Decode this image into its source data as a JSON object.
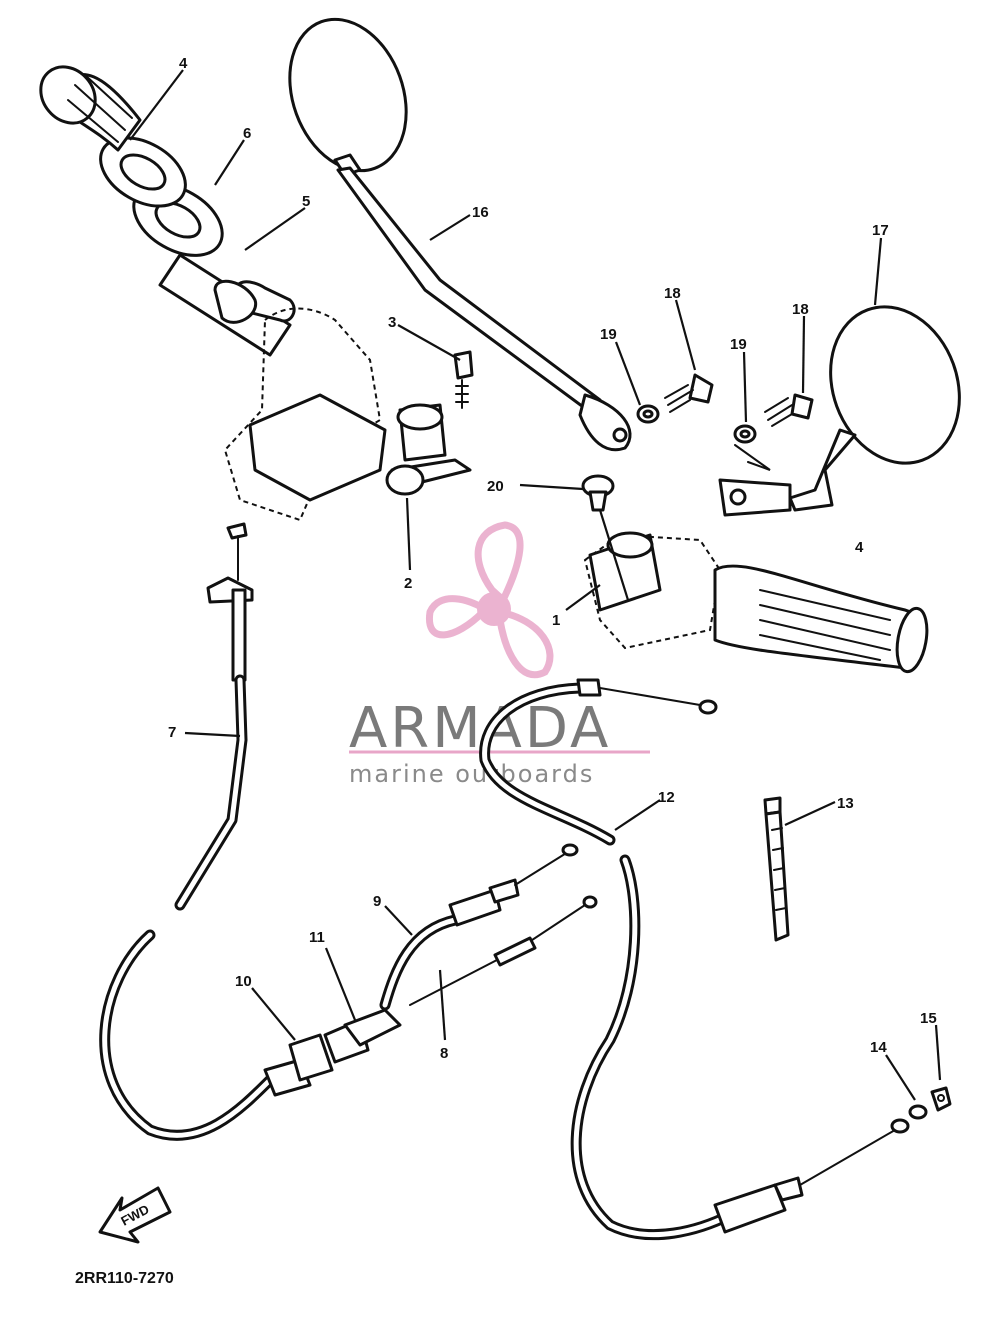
{
  "watermark": {
    "brand": "ARMADA",
    "tagline": "marine outboards",
    "accent_color": "#e8a6c8",
    "logo_icon": "propeller-logo-icon"
  },
  "diagram": {
    "code": "2RR110-7270",
    "direction_label": "FWD",
    "callouts": [
      "4",
      "6",
      "5",
      "3",
      "2",
      "16",
      "19",
      "18",
      "17",
      "20",
      "1",
      "7",
      "12",
      "13",
      "9",
      "11",
      "10",
      "8",
      "14",
      "15"
    ]
  }
}
